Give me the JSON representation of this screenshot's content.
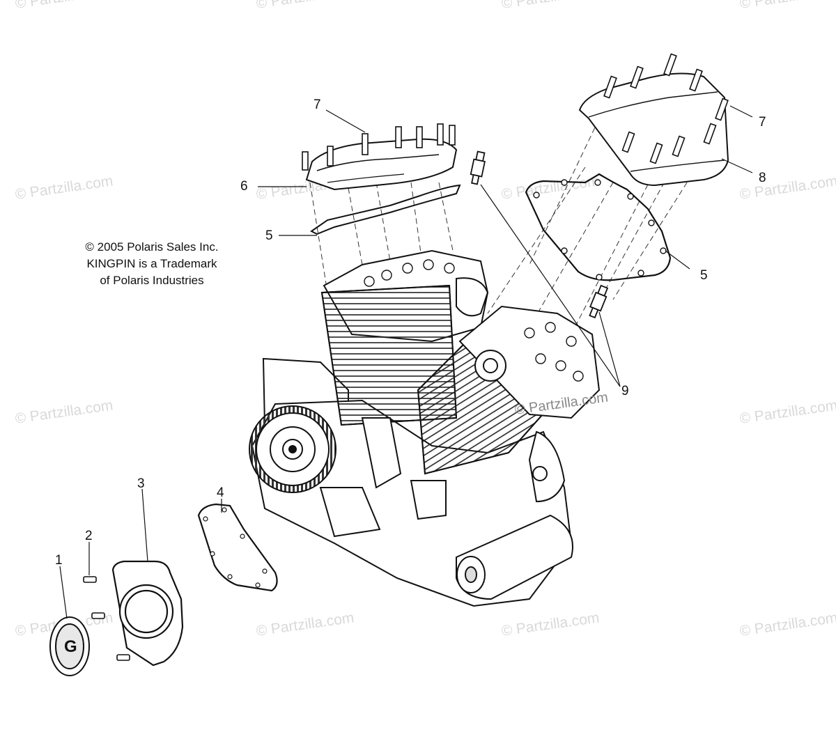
{
  "watermark": "© Partzilla.com",
  "copyright": {
    "line1": "© 2005 Polaris Sales Inc.",
    "line2": "KINGPIN is a Trademark",
    "line3": "of Polaris Industries"
  },
  "callouts": {
    "c1": "1",
    "c2": "2",
    "c3": "3",
    "c4": "4",
    "c5a": "5",
    "c5b": "5",
    "c6": "6",
    "c7a": "7",
    "c7b": "7",
    "c8": "8",
    "c9": "9"
  }
}
